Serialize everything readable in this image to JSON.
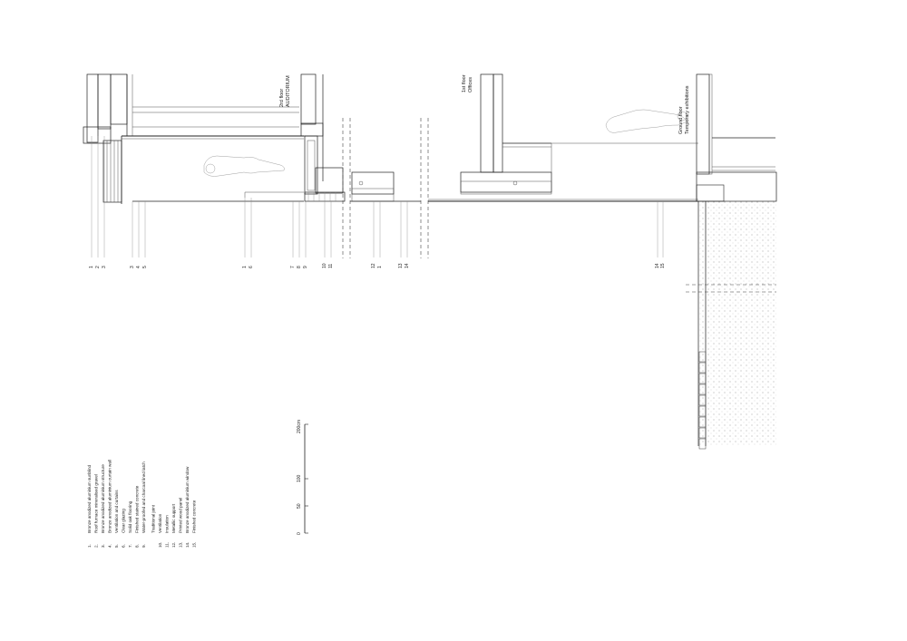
{
  "labels": {
    "floor2": [
      "2rd floor",
      "AUDITORIUM"
    ],
    "floor1": [
      "1st floor",
      "Offices"
    ],
    "ground": [
      "Ground floor",
      "Temporary exhibitions"
    ]
  },
  "callouts": {
    "c_a": [
      "1",
      "2",
      "3"
    ],
    "c_b": [
      "3",
      "4",
      "5"
    ],
    "c_c": [
      "1",
      "6"
    ],
    "c_d": [
      "7",
      "8",
      "9"
    ],
    "c_e": [
      "10",
      "11"
    ],
    "c_f": [
      "12",
      "1"
    ],
    "c_g": [
      "13",
      "14"
    ],
    "c_h": [
      "14",
      "15"
    ]
  },
  "legend": {
    "items": [
      {
        "num": "1.",
        "text": "Bronze anodized aluminium sunblind"
      },
      {
        "num": "2.",
        "text": "Roof furnace mineralised gravel"
      },
      {
        "num": "3.",
        "text": "Bronze anodized aluminium structure"
      },
      {
        "num": "4.",
        "text": "Bronze anodized aluminium curtain wall"
      },
      {
        "num": "5.",
        "text": "Ventilation and curtains"
      },
      {
        "num": "6.",
        "text": "Clear glazing"
      },
      {
        "num": "7.",
        "text": "Solid oak flooring"
      },
      {
        "num": "8.",
        "text": "Finished stained concrete"
      },
      {
        "num": "9.",
        "text": "Water-proofed and charcoal lined latch"
      },
      {
        "num": "",
        "text": "Traditional joint"
      },
      {
        "num": "10.",
        "text": "Ventilation"
      },
      {
        "num": "11.",
        "text": "Insulation"
      },
      {
        "num": "12.",
        "text": "Metallic support"
      },
      {
        "num": "13.",
        "text": "Printed wood panel"
      },
      {
        "num": "14.",
        "text": "Bronze anodized aluminium window"
      },
      {
        "num": "15.",
        "text": "Finished concrete"
      }
    ]
  },
  "scale": {
    "ticks": [
      "0",
      "50",
      "100",
      "200cm"
    ]
  }
}
